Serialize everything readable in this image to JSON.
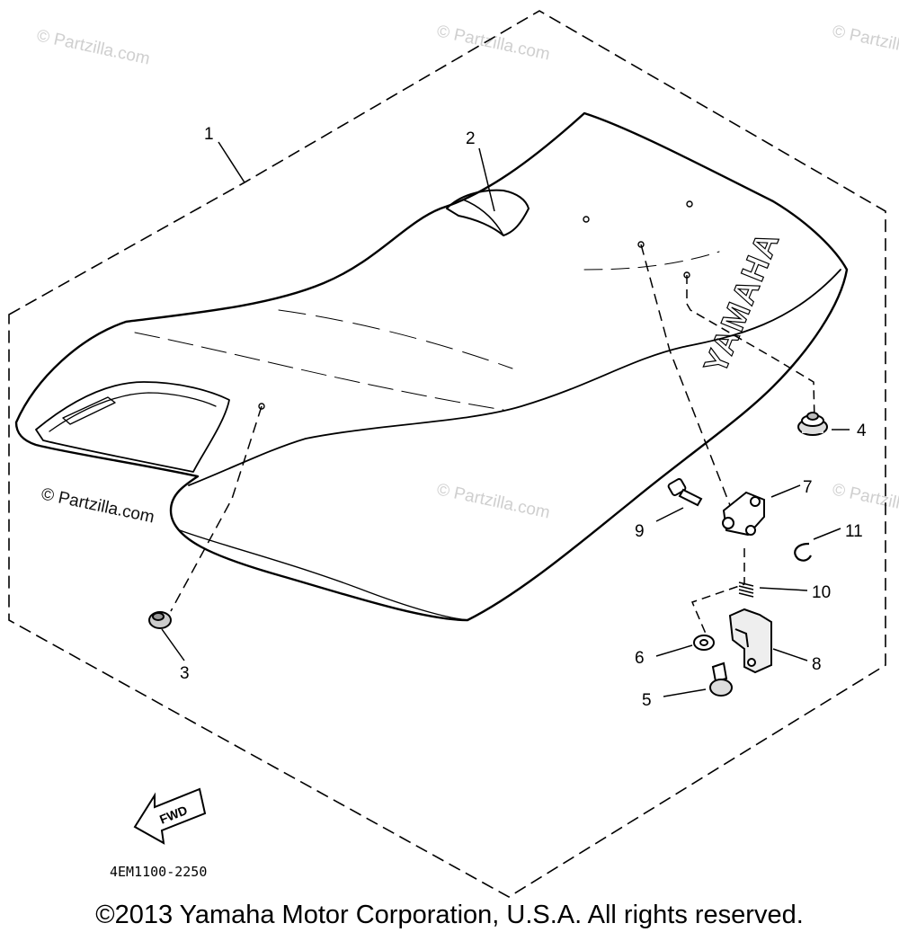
{
  "diagram": {
    "part_labels": [
      "1",
      "2",
      "3",
      "4",
      "5",
      "6",
      "7",
      "8",
      "9",
      "10",
      "11"
    ],
    "brand_on_seat": "YAMAHA",
    "fwd_label": "FWD",
    "drawing_code": "4EM1100-2250",
    "watermarks": {
      "top_left": "© Partzilla.com",
      "top_center": "© Partzilla.com",
      "top_right": "© Partzilla.com",
      "mid_left": "© Partzilla.com",
      "mid_center": "© Partzilla.com",
      "mid_right": "© Partzilla.com"
    }
  },
  "copyright": "©2013 Yamaha Motor Corporation, U.S.A. All rights reserved."
}
